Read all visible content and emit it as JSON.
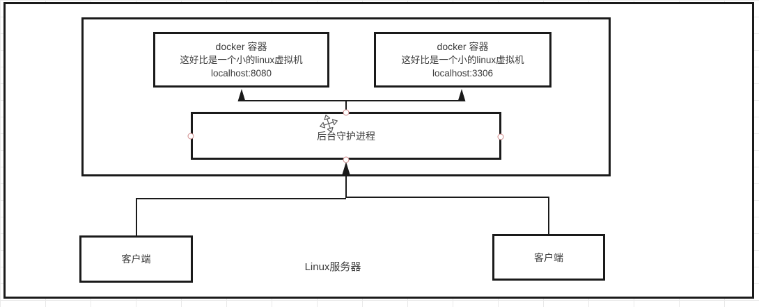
{
  "diagram": {
    "containers": [
      {
        "title": "docker 容器",
        "description": "这好比是一个小的linux虚拟机",
        "address": "localhost:8080"
      },
      {
        "title": "docker 容器",
        "description": "这好比是一个小的linux虚拟机",
        "address": "localhost:3306"
      }
    ],
    "daemon": {
      "label": "后台守护进程"
    },
    "clients": [
      {
        "label": "客户端"
      },
      {
        "label": "客户端"
      }
    ],
    "server": {
      "label": "Linux服务器"
    }
  },
  "colors": {
    "line": "#1a1a1a",
    "text": "#3c3c3c",
    "handle_stroke": "#cf8a8a",
    "canvas_background": "#ffffff",
    "grid_line": "#e9e9e9"
  }
}
